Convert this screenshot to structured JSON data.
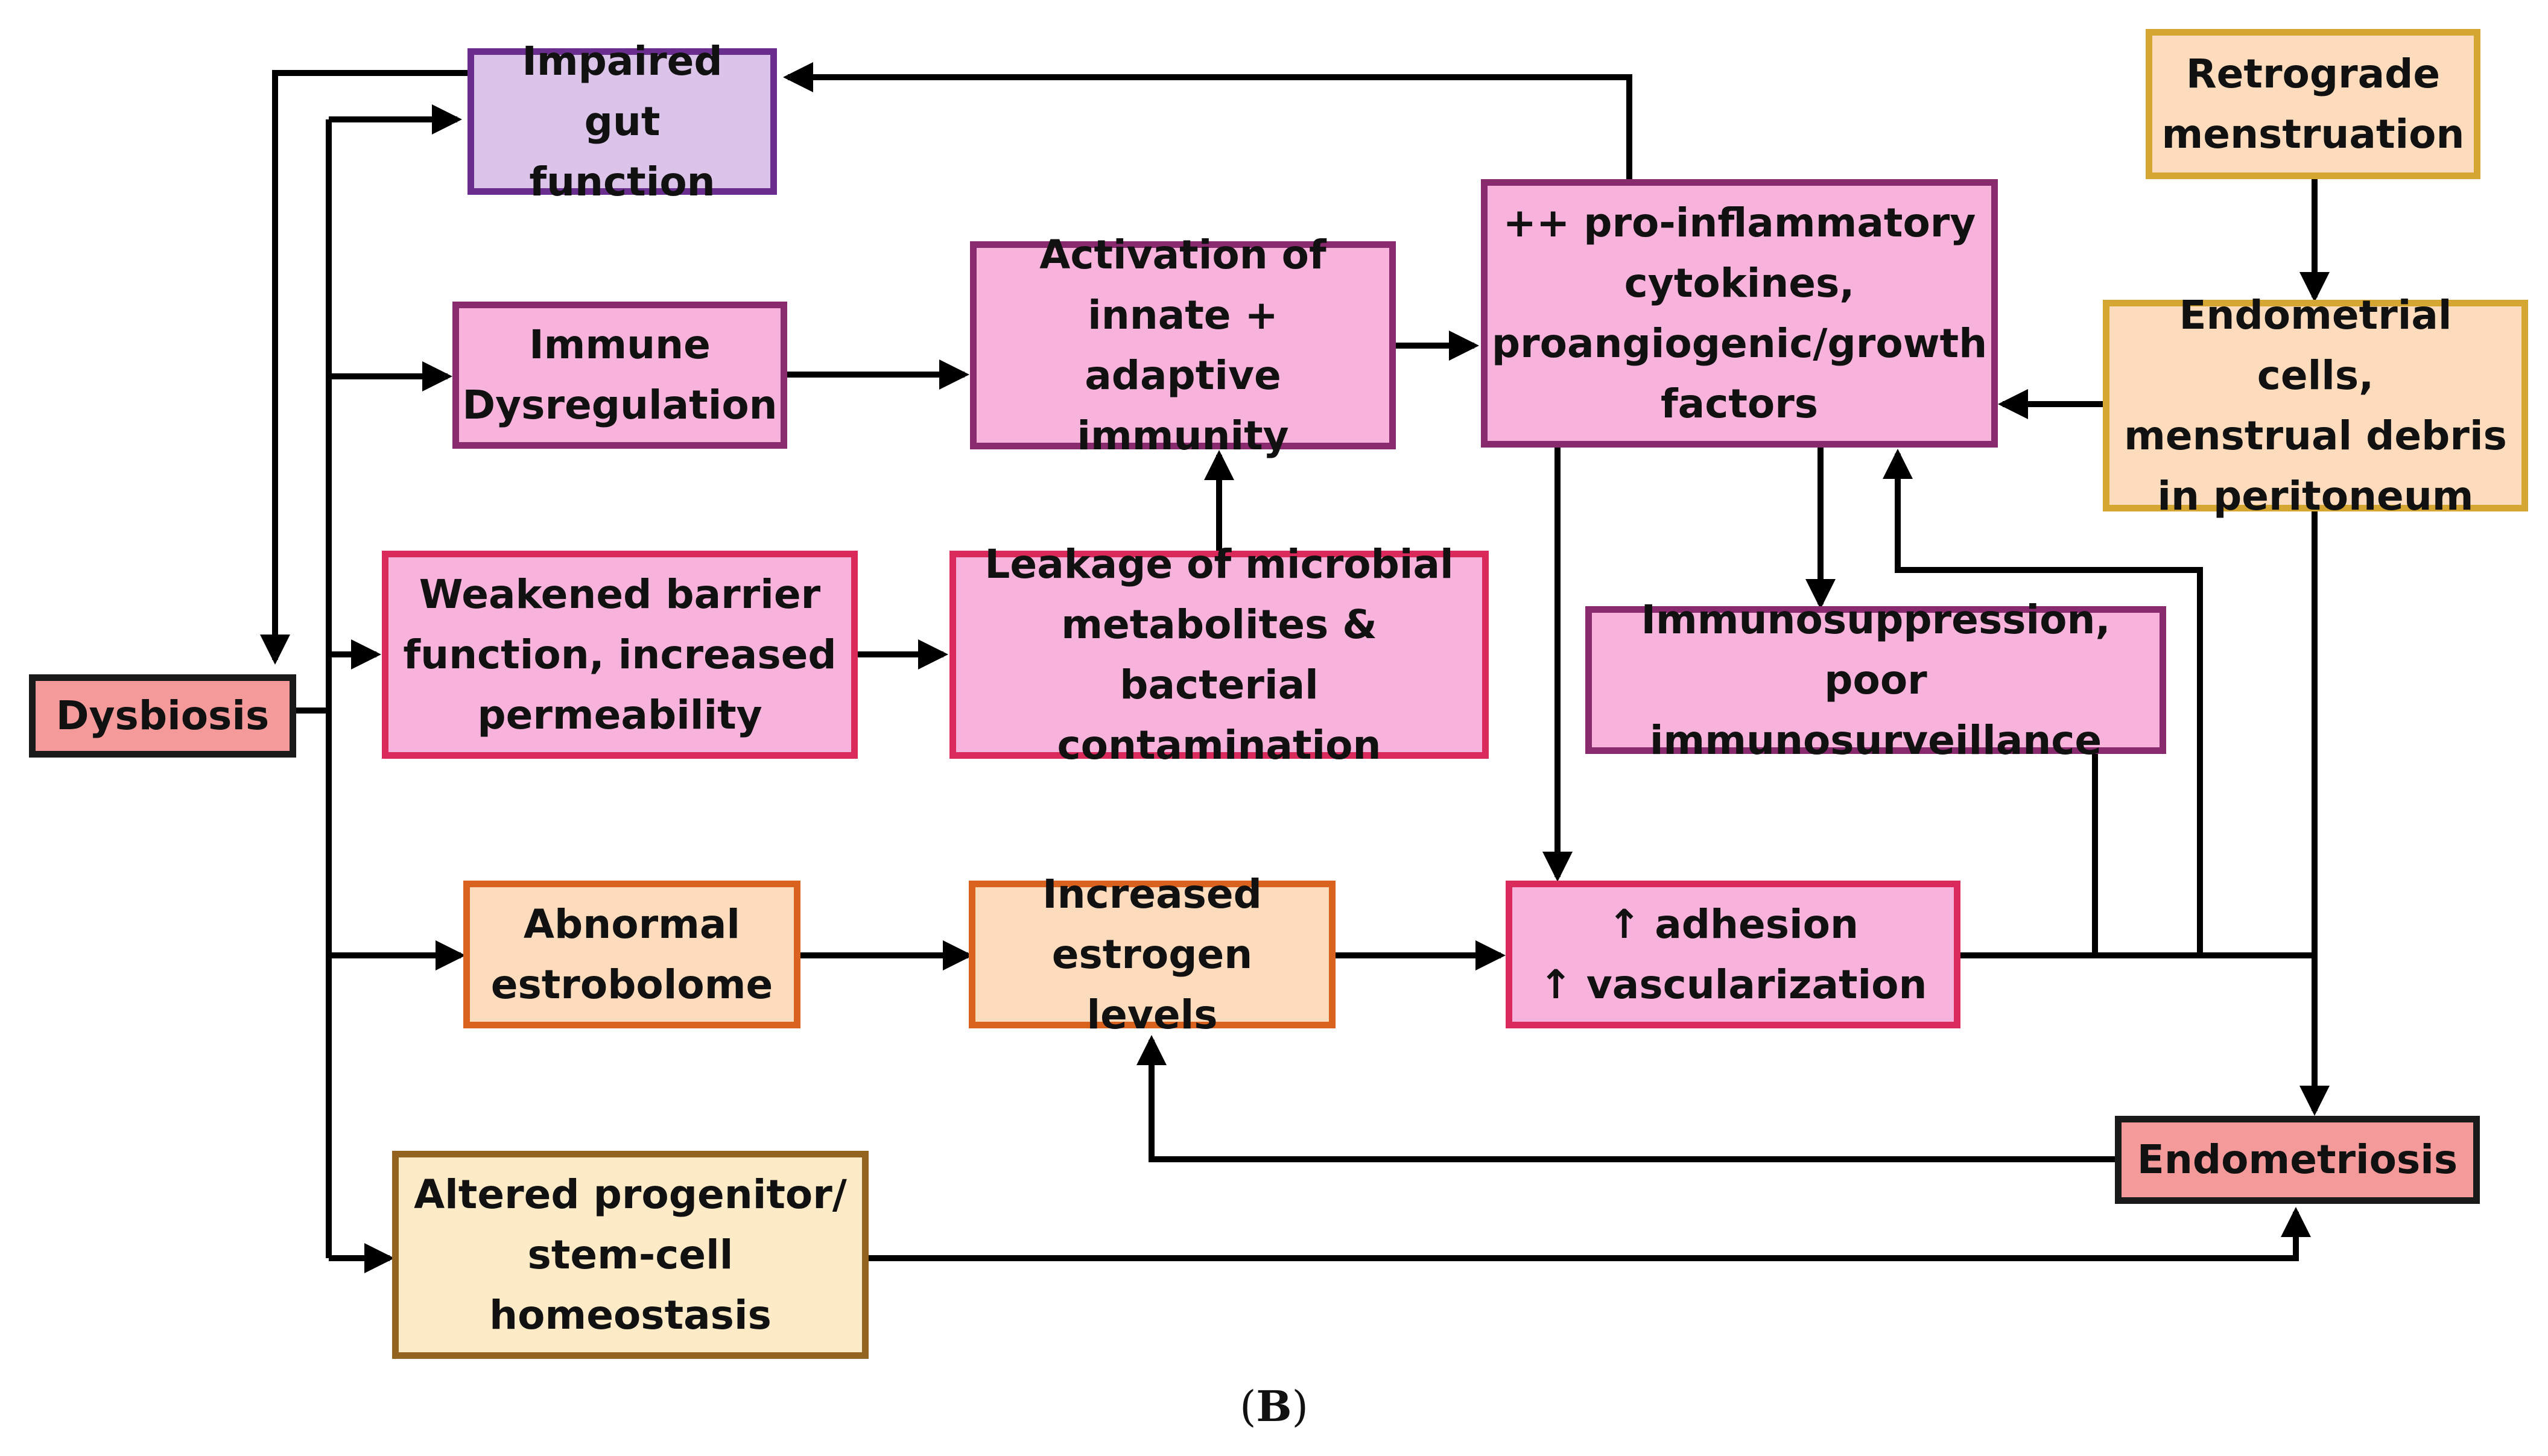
{
  "diagram": {
    "caption_letter": "B",
    "nodes": {
      "dysbiosis": {
        "line1": "Dysbiosis",
        "fill": "#f59a9a",
        "border": "#1a1a1a"
      },
      "impaired_gut": {
        "line1": "Impaired",
        "line2": "gut function",
        "fill": "#dcc3e9",
        "border": "#6a2e8e"
      },
      "immune_dysreg": {
        "line1": "Immune",
        "line2": "Dysregulation",
        "fill": "#f7b3db",
        "border": "#8a2a6e"
      },
      "weakened_barrier": {
        "line1": "Weakened barrier",
        "line2": "function, increased",
        "line3": "permeability",
        "fill": "#f7b3db",
        "border": "#d92a5b"
      },
      "leakage": {
        "line1": "Leakage of microbial",
        "line2": "metabolites & bacterial",
        "line3": "contamination",
        "fill": "#f7b3db",
        "border": "#d92a5b"
      },
      "activation": {
        "line1": "Activation of",
        "line2": "innate + adaptive",
        "line3": "immunity",
        "fill": "#f7b3db",
        "border": "#8a2a6e"
      },
      "pro_inflam": {
        "line1": "++ pro-inflammatory",
        "line2": "cytokines,",
        "line3": "proangiogenic/growth",
        "line4": "factors",
        "fill": "#f7b3db",
        "border": "#8a2a6e"
      },
      "immunosupp": {
        "line1": "Immunosuppression,",
        "line2": "poor immunosurveillance",
        "fill": "#f7b3db",
        "border": "#8a2a6e"
      },
      "retrograde": {
        "line1": "Retrograde",
        "line2": "menstruation",
        "fill": "#fcdcbc",
        "border": "#d6a632"
      },
      "endometrial_cells": {
        "line1": "Endometrial cells,",
        "line2": "menstrual debris",
        "line3": "in peritoneum",
        "fill": "#fcdcbc",
        "border": "#d6a632"
      },
      "abnormal_estro": {
        "line1": "Abnormal",
        "line2": "estrobolome",
        "fill": "#fcdcbc",
        "border": "#d9621f"
      },
      "estrogen": {
        "line1": "Increased",
        "line2": "estrogen levels",
        "fill": "#fcdcbc",
        "border": "#d9621f"
      },
      "adhesion": {
        "line1": "↑ adhesion",
        "line2": "↑ vascularization",
        "fill": "#f7b3db",
        "border": "#d92a5b"
      },
      "endometriosis": {
        "line1": "Endometriosis",
        "fill": "#f59a9a",
        "border": "#1a1a1a"
      },
      "progenitor": {
        "line1": "Altered progenitor/",
        "line2": "stem-cell",
        "line3": "homeostasis",
        "fill": "#fdebc8",
        "border": "#946320"
      }
    }
  }
}
